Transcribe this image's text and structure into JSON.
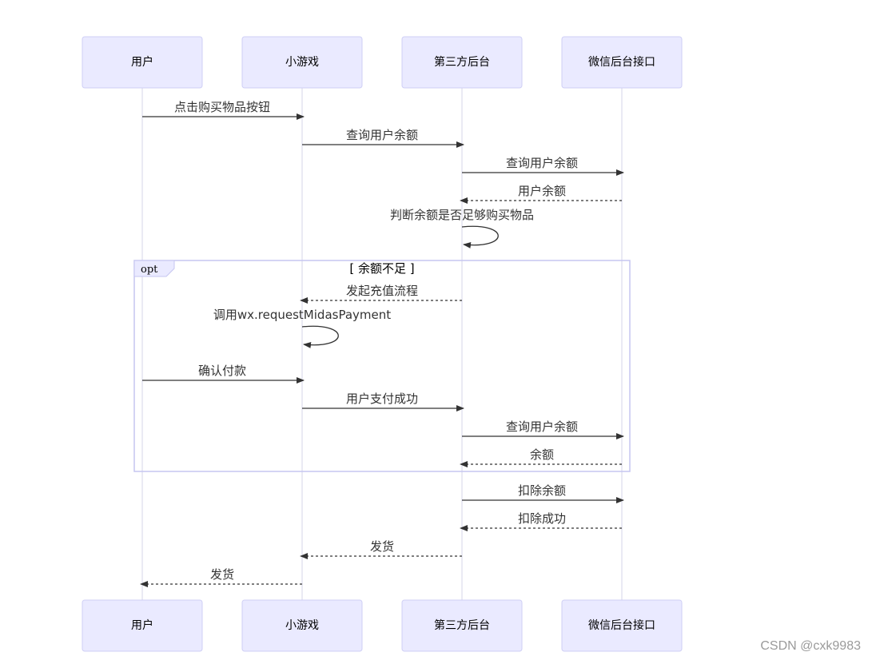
{
  "actors": [
    "用户",
    "小游戏",
    "第三方后台",
    "微信后台接口"
  ],
  "messages": [
    {
      "from": 0,
      "to": 1,
      "text": "点击购买物品按钮",
      "dashed": false
    },
    {
      "from": 1,
      "to": 2,
      "text": "查询用户余额",
      "dashed": false
    },
    {
      "from": 2,
      "to": 3,
      "text": "查询用户余额",
      "dashed": false
    },
    {
      "from": 3,
      "to": 2,
      "text": "用户余额",
      "dashed": true
    },
    {
      "self": 2,
      "text": "判断余额是否足够购买物品"
    },
    {
      "from": 2,
      "to": 1,
      "text": "发起充值流程",
      "dashed": true
    },
    {
      "self": 1,
      "text": "调用wx.requestMidasPayment"
    },
    {
      "from": 0,
      "to": 1,
      "text": "确认付款",
      "dashed": false
    },
    {
      "from": 1,
      "to": 2,
      "text": "用户支付成功",
      "dashed": false
    },
    {
      "from": 2,
      "to": 3,
      "text": "查询用户余额",
      "dashed": false
    },
    {
      "from": 3,
      "to": 2,
      "text": "余额",
      "dashed": true
    },
    {
      "from": 2,
      "to": 3,
      "text": "扣除余额",
      "dashed": false
    },
    {
      "from": 3,
      "to": 2,
      "text": "扣除成功",
      "dashed": true
    },
    {
      "from": 2,
      "to": 1,
      "text": "发货",
      "dashed": true
    },
    {
      "from": 1,
      "to": 0,
      "text": "发货",
      "dashed": true
    }
  ],
  "opt_block": {
    "tag": "opt",
    "condition": "[ 余额不足 ]"
  },
  "watermark": "CSDN @cxk9983",
  "colors": {
    "actor_fill": "#eaeaff",
    "actor_border": "#cfcff5",
    "line": "#333333"
  }
}
